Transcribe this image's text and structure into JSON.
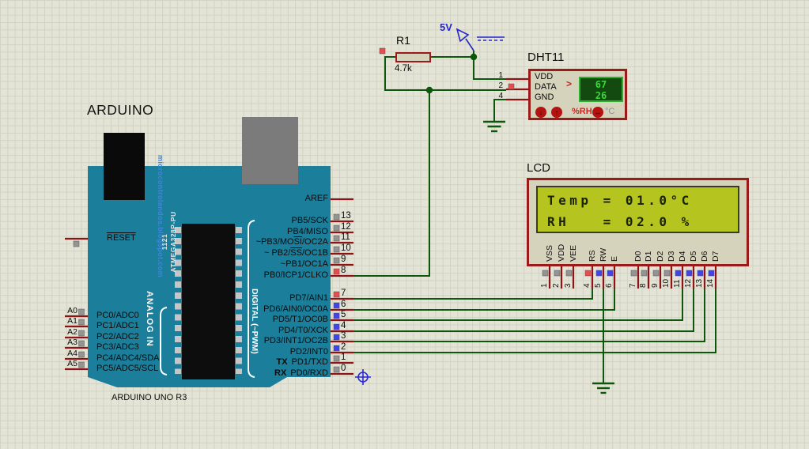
{
  "colors": {
    "board_teal": "#1b7e9b",
    "wire_green": "#0d570d",
    "component_border": "#9b1b1b",
    "pin_stub": "#8c1414",
    "lcd_screen": "#b5c41e",
    "dht_display_bg": "#134a10",
    "dht_display_text": "#3ad83a",
    "state_red": "#e84c4c",
    "state_blue": "#4343e6",
    "state_gray": "#949494",
    "power_blue": "#2626cc",
    "watermark_blue": "#3f86d8"
  },
  "power": {
    "label": "5V"
  },
  "resistor": {
    "ref": "R1",
    "value": "4.7k",
    "terminal_state": "red"
  },
  "dht11": {
    "title": "DHT11",
    "pins": [
      {
        "num": "1",
        "label": "VDD"
      },
      {
        "num": "2",
        "label": "DATA",
        "state": "red"
      },
      {
        "num": "4",
        "label": "GND"
      }
    ],
    "display": {
      "humidity": "67",
      "temperature": "26"
    },
    "pointer": ">",
    "legend": {
      "rh": "%RH",
      "c": "°C"
    },
    "buttons": {
      "down": "↓",
      "up": "↑",
      "leftright": "↔"
    }
  },
  "lcd": {
    "title": "LCD",
    "screen": {
      "line1": "Temp = 01.0°C",
      "line2": "RH   = 02.0 %"
    },
    "pins": [
      {
        "num": "1",
        "label": "VSS",
        "state": "gray"
      },
      {
        "num": "2",
        "label": "VDD",
        "state": "gray"
      },
      {
        "num": "3",
        "label": "VEE",
        "state": "gray"
      },
      {
        "num": "4",
        "label": "RS",
        "state": "red"
      },
      {
        "num": "5",
        "label": "RW",
        "state": "blue"
      },
      {
        "num": "6",
        "label": "E",
        "state": "blue"
      },
      {
        "num": "7",
        "label": "D0",
        "state": "gray"
      },
      {
        "num": "8",
        "label": "D1",
        "state": "gray"
      },
      {
        "num": "9",
        "label": "D2",
        "state": "gray"
      },
      {
        "num": "10",
        "label": "D3",
        "state": "gray"
      },
      {
        "num": "11",
        "label": "D4",
        "state": "blue"
      },
      {
        "num": "12",
        "label": "D5",
        "state": "blue"
      },
      {
        "num": "13",
        "label": "D6",
        "state": "blue"
      },
      {
        "num": "14",
        "label": "D7",
        "state": "blue"
      }
    ]
  },
  "arduino": {
    "title": "ARDUINO",
    "board_name": "ARDUINO UNO R3",
    "watermark": "microcontrolandos.blogspot.com",
    "chip": {
      "marking": "1121",
      "part": "ATMEGA328P-PU"
    },
    "groups": {
      "analog": "ANALOG IN",
      "digital": "DIGITAL (~PWM)"
    },
    "reset": {
      "label": "RESET",
      "state": "gray"
    },
    "aref": {
      "label": "AREF"
    },
    "left_pins": [
      {
        "ext": "A0",
        "label": "PC0/ADC0",
        "state": "gray"
      },
      {
        "ext": "A1",
        "label": "PC1/ADC1",
        "state": "gray"
      },
      {
        "ext": "A2",
        "label": "PC2/ADC2",
        "state": "gray"
      },
      {
        "ext": "A3",
        "label": "PC3/ADC3",
        "state": "gray"
      },
      {
        "ext": "A4",
        "label": "PC4/ADC4/SDA",
        "state": "gray"
      },
      {
        "ext": "A5",
        "label": "PC5/ADC5/SCL",
        "state": "gray"
      }
    ],
    "top_right_pins": [
      {
        "num": "13",
        "state": "gray",
        "pre": "PB5/SCK"
      },
      {
        "num": "12",
        "state": "gray",
        "pre": "PB4/MISO"
      },
      {
        "num": "11",
        "state": "gray",
        "pre": "~PB3/MO",
        "ovl": "SI",
        "post": "/OC2A"
      },
      {
        "num": "10",
        "state": "gray",
        "pre": "~ PB2/",
        "ovl": "SS",
        "post": "/OC1B"
      },
      {
        "num": "9",
        "state": "gray",
        "pre": "~PB1/OC1A"
      },
      {
        "num": "8",
        "state": "red",
        "pre": "PB0/ICP1/CLKO"
      }
    ],
    "bottom_right_pins": [
      {
        "num": "7",
        "state": "red",
        "pre": "PD7/AIN1"
      },
      {
        "num": "6",
        "state": "blue",
        "pre": "PD6/AIN0/OC0A"
      },
      {
        "num": "5",
        "state": "blue",
        "pre": "PD5/T1/OC0B"
      },
      {
        "num": "4",
        "state": "blue",
        "pre": "PD4/T0/XCK"
      },
      {
        "num": "3",
        "state": "blue",
        "pre": "PD3/INT1/OC2B"
      },
      {
        "num": "2",
        "state": "blue",
        "pre": "PD2/INT0"
      },
      {
        "num": "1",
        "state": "gray",
        "prefix": "TX",
        "pre": "PD1/TXD"
      },
      {
        "num": "0",
        "state": "gray",
        "prefix": "RX",
        "pre": "PD0/RXD"
      }
    ]
  }
}
